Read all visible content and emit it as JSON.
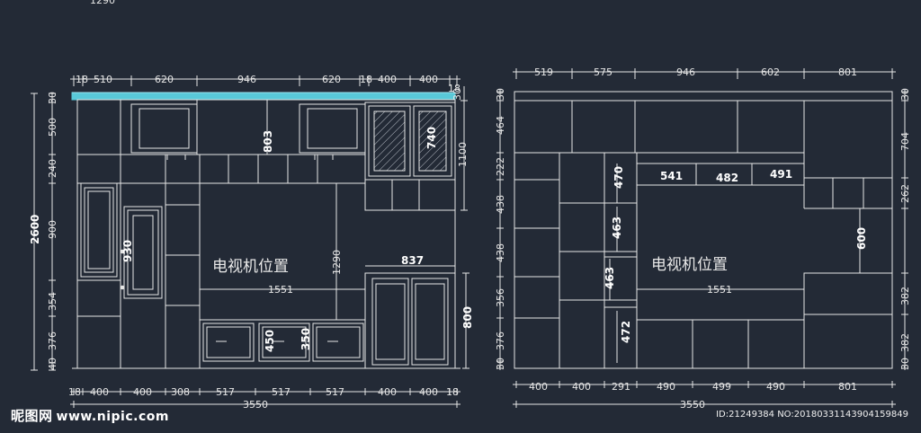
{
  "left_elevation": {
    "top_dims": [
      "18",
      "510",
      "620",
      "946",
      "620",
      "18",
      "400",
      "400",
      "18"
    ],
    "bottom_dims": [
      "18",
      "400",
      "400",
      "308",
      "517",
      "517",
      "517",
      "400",
      "400",
      "18"
    ],
    "total_width": "3550",
    "left_dims": [
      "30",
      "500",
      "240",
      "900",
      "354",
      "376",
      "40"
    ],
    "total_height": "2600",
    "tv_label": "电视机位置",
    "inner": {
      "d803": "803",
      "d740": "740",
      "d930": "930",
      "d1290": "1290",
      "d1551": "1551",
      "d837": "837",
      "d450": "450",
      "d350": "350"
    },
    "right_dims": {
      "d30": "30",
      "d1100": "1100",
      "d800": "800"
    }
  },
  "right_elevation": {
    "top_dims": [
      "519",
      "575",
      "946",
      "602",
      "801"
    ],
    "bottom_dims": [
      "400",
      "400",
      "291",
      "490",
      "499",
      "490",
      "801"
    ],
    "total_width": "3550",
    "left_dims": [
      "30",
      "464",
      "222",
      "438",
      "438",
      "356",
      "376",
      "30"
    ],
    "right_dims": [
      "30",
      "704",
      "262",
      "382",
      "382",
      "30"
    ],
    "tv_label": "电视机位置",
    "inner": {
      "d470": "470",
      "d541": "541",
      "d482": "482",
      "d491": "491",
      "d463a": "463",
      "d463b": "463",
      "d472": "472",
      "d600": "600",
      "d1551": "1551"
    }
  },
  "top_cut_label": "1290",
  "watermark": {
    "brand": "昵图网",
    "url": "www.nipic.com"
  },
  "image_id": "ID:21249384 NO:20180331143904159849",
  "colors": {
    "background": "#232a36",
    "lines": "#e6e6e6",
    "molding": "#59c9d8",
    "accent_red": "#d23c3c"
  }
}
